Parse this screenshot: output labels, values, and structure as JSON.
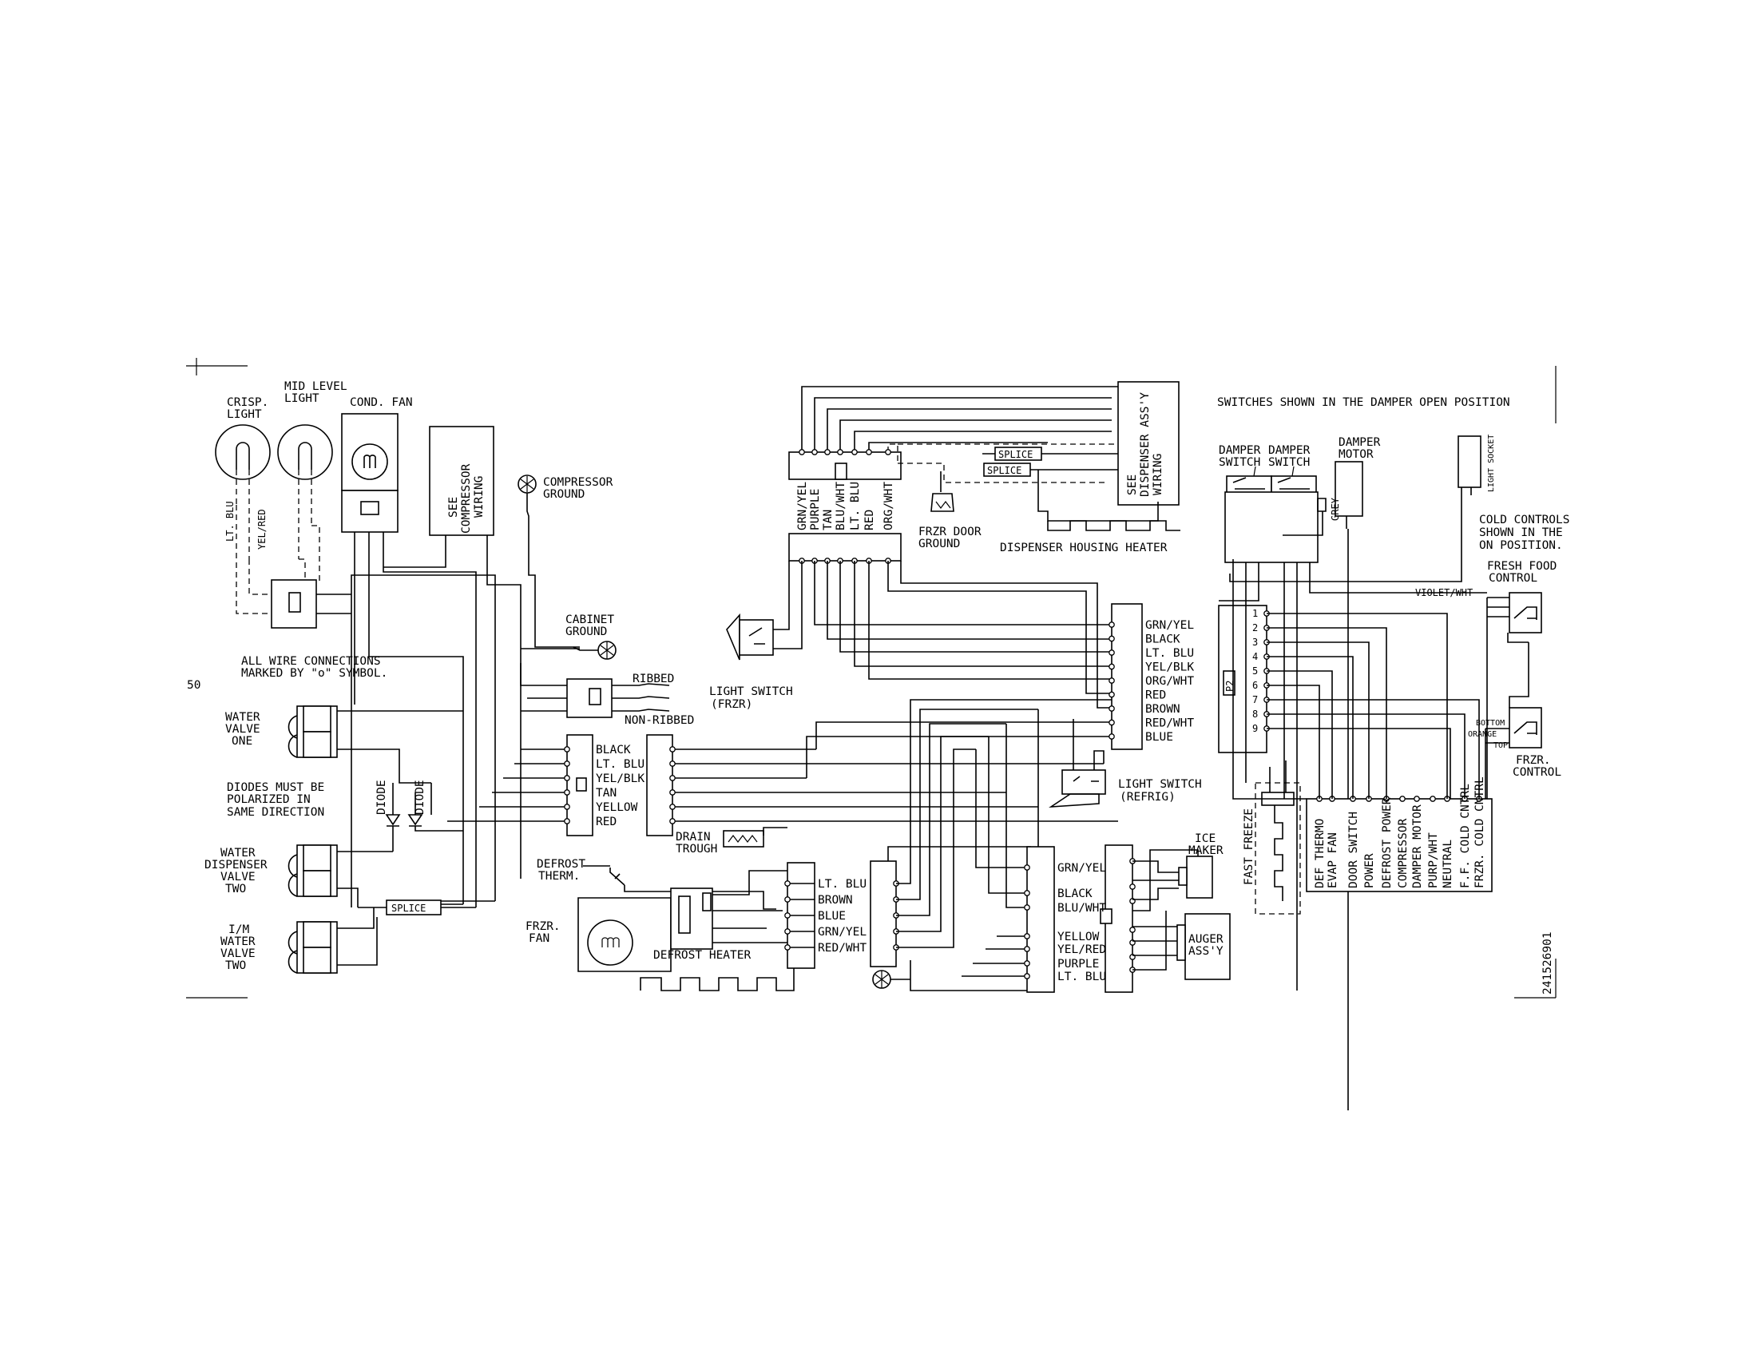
{
  "notes": {
    "switches": "SWITCHES SHOWN IN THE DAMPER OPEN POSITION",
    "connections_1": "ALL WIRE CONNECTIONS",
    "connections_2": "MARKED BY \"o\" SYMBOL.",
    "diodes_1": "DIODES MUST BE",
    "diodes_2": "POLARIZED IN",
    "diodes_3": "SAME DIRECTION",
    "cold_controls_1": "COLD CONTROLS",
    "cold_controls_2": "SHOWN IN THE",
    "cold_controls_3": "ON POSITION."
  },
  "page": {
    "sheet_number": "50",
    "part_number": "241526901"
  },
  "components": {
    "crisp_light_1": "CRISP.",
    "crisp_light_2": "LIGHT",
    "mid_light_1": "MID LEVEL",
    "mid_light_2": "LIGHT",
    "cond_fan": "COND. FAN",
    "see_compressor_1": "SEE",
    "see_compressor_2": "COMPRESSOR",
    "see_compressor_3": "WIRING",
    "compressor_ground_1": "COMPRESSOR",
    "compressor_ground_2": "GROUND",
    "cabinet_ground_1": "CABINET",
    "cabinet_ground_2": "GROUND",
    "ribbed": "RIBBED",
    "non_ribbed": "NON-RIBBED",
    "water_valve_one_1": "WATER",
    "water_valve_one_2": "VALVE",
    "water_valve_one_3": "ONE",
    "water_dispenser_1": "WATER",
    "water_dispenser_2": "DISPENSER",
    "water_dispenser_3": "VALVE",
    "water_dispenser_4": "TWO",
    "im_water_1": "I/M",
    "im_water_2": "WATER",
    "im_water_3": "VALVE",
    "im_water_4": "TWO",
    "diode": "DIODE",
    "splice": "SPLICE",
    "light_switch_frzr_1": "LIGHT SWITCH",
    "light_switch_frzr_2": "(FRZR)",
    "light_switch_refrig_1": "LIGHT SWITCH",
    "light_switch_refrig_2": "(REFRIG)",
    "drain_trough_1": "DRAIN",
    "drain_trough_2": "TROUGH",
    "defrost_therm_1": "DEFROST",
    "defrost_therm_2": "THERM.",
    "frzr_fan_1": "FRZR.",
    "frzr_fan_2": "FAN",
    "defrost_heater": "DEFROST HEATER",
    "frzr_door_ground_1": "FRZR DOOR",
    "frzr_door_ground_2": "GROUND",
    "dispenser_housing_heater": "DISPENSER HOUSING HEATER",
    "see_dispenser_1": "SEE",
    "see_dispenser_2": "DISPENSER ASS'Y",
    "see_dispenser_3": "WIRING",
    "ice_maker_1": "ICE",
    "ice_maker_2": "MAKER",
    "auger_1": "AUGER",
    "auger_2": "ASS'Y",
    "damper_switch_1": "DAMPER",
    "damper_switch_2": "SWITCH",
    "damper_motor_1": "DAMPER",
    "damper_motor_2": "MOTOR",
    "grey": "GREY",
    "light_socket": "LIGHT SOCKET",
    "fresh_food_1": "FRESH FOOD",
    "fresh_food_2": "CONTROL",
    "frzr_control_1": "FRZR.",
    "frzr_control_2": "CONTROL",
    "violet_wht": "VIOLET/WHT",
    "bottom": "BOTTOM",
    "orange": "ORANGE",
    "top": "TOP",
    "fast_freeze": "FAST FREEZE",
    "p2": "P2"
  },
  "wires": {
    "lt_blu": "LT. BLU",
    "yel_red": "YEL/RED"
  },
  "connectors": {
    "left_harness": [
      "BLACK",
      "LT. BLU",
      "YEL/BLK",
      "TAN",
      "YELLOW",
      "RED"
    ],
    "top_harness": [
      "GRN/YEL",
      "PURPLE",
      "TAN",
      "BLU/WHT",
      "LT. BLU",
      "RED",
      "ORG/WHT"
    ],
    "right_harness": [
      "GRN/YEL",
      "BLACK",
      "LT. BLU",
      "YEL/BLK",
      "ORG/WHT",
      "RED",
      "BROWN",
      "RED/WHT",
      "BLUE"
    ],
    "defrost_harness": [
      "LT. BLU",
      "BROWN",
      "BLUE",
      "GRN/YEL",
      "RED/WHT"
    ],
    "icemaker_harness": [
      "GRN/YEL",
      "BLACK",
      "BLU/WHT",
      "YELLOW",
      "YEL/RED",
      "PURPLE",
      "LT. BLU"
    ],
    "p2_pins": [
      "1",
      "2",
      "3",
      "4",
      "5",
      "6",
      "7",
      "8",
      "9"
    ],
    "board_terminals": [
      "DEF THERMO",
      "EVAP FAN",
      "DOOR SWITCH",
      "POWER",
      "DEFROST POWER",
      "COMPRESSOR",
      "DAMPER MOTOR",
      "PURP/WHT",
      "NEUTRAL",
      "F.F. COLD CNTRL",
      "FRZR. COLD CNTRL"
    ]
  }
}
